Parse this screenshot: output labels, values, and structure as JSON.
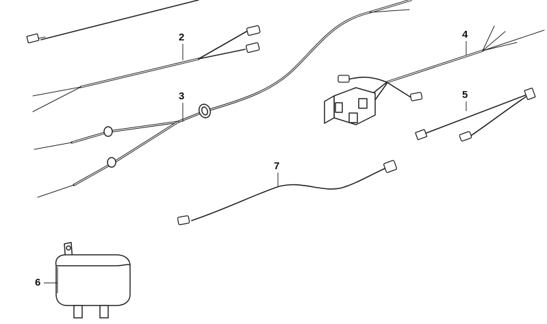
{
  "diagram": {
    "callouts": [
      "2",
      "3",
      "4",
      "5",
      "6",
      "7"
    ]
  }
}
